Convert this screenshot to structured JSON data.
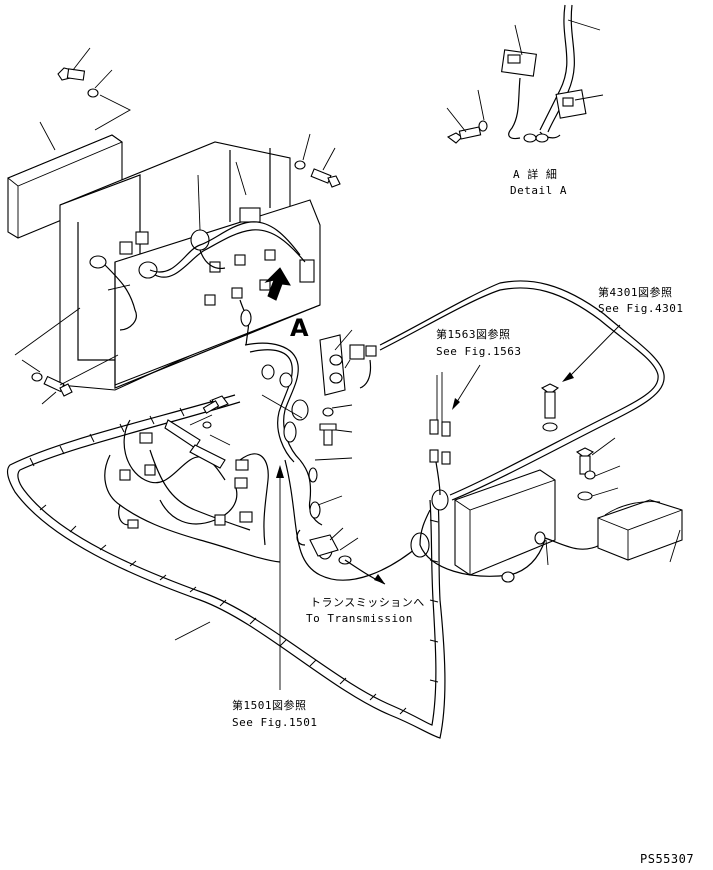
{
  "labels": {
    "detail_a_jp": "A 詳 細",
    "detail_a_en": "Detail A",
    "see_4301_jp": "第4301図参照",
    "see_4301_en": "See Fig.4301",
    "see_1563_jp": "第1563図参照",
    "see_1563_en": "See Fig.1563",
    "to_transmission_jp": "トランスミッションへ",
    "to_transmission_en": "To Transmission",
    "see_1501_jp": "第1501図参照",
    "see_1501_en": "See Fig.1501",
    "view_a": "A",
    "drawing_number": "PS55307"
  }
}
